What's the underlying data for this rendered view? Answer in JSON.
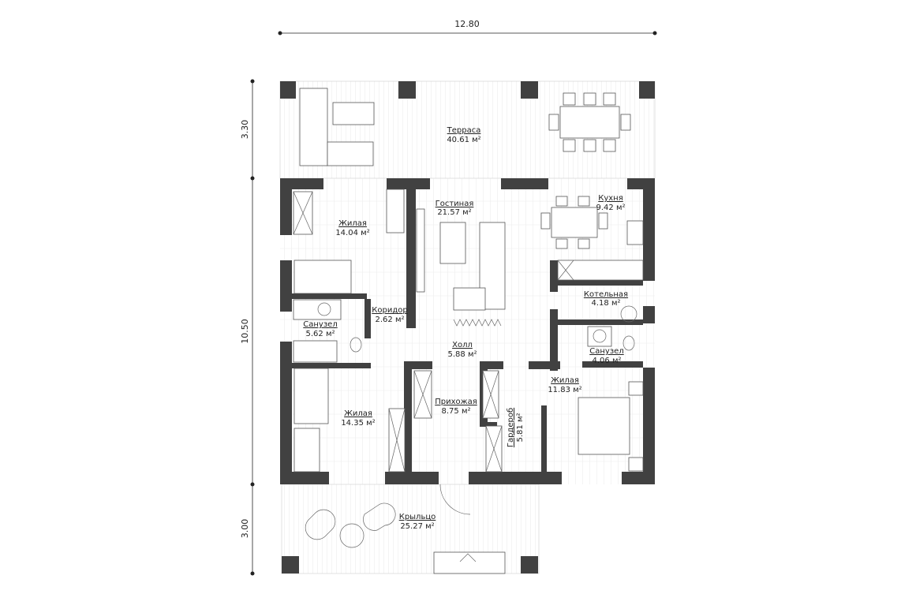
{
  "dimensions": {
    "width": "12.80",
    "terrace_depth": "3.30",
    "house_depth": "10.50",
    "porch_depth": "3.00"
  },
  "rooms": {
    "terrace": {
      "name": "Терраса",
      "area": "40.61 м²"
    },
    "bedroom1": {
      "name": "Жилая",
      "area": "14.04 м²"
    },
    "living": {
      "name": "Гостиная",
      "area": "21.57 м²"
    },
    "kitchen": {
      "name": "Кухня",
      "area": "9.42 м²"
    },
    "corridor": {
      "name": "Коридор",
      "area": "2.62 м²"
    },
    "bath1": {
      "name": "Санузел",
      "area": "5.62 м²"
    },
    "boiler": {
      "name": "Котельная",
      "area": "4.18 м²"
    },
    "hall": {
      "name": "Холл",
      "area": "5.88 м²"
    },
    "bath2": {
      "name": "Санузел",
      "area": "4.06 м²"
    },
    "bedroom3": {
      "name": "Жилая",
      "area": "11.83 м²"
    },
    "entry": {
      "name": "Прихожая",
      "area": "8.75 м²"
    },
    "wardrobe": {
      "name": "Гардероб",
      "area": "5.81 м²"
    },
    "bedroom2": {
      "name": "Жилая",
      "area": "14.35 м²"
    },
    "porch": {
      "name": "Крыльцо",
      "area": "25.27 м²"
    }
  },
  "colors": {
    "wall": "#414141",
    "floor_line": "#e2e2e2"
  }
}
